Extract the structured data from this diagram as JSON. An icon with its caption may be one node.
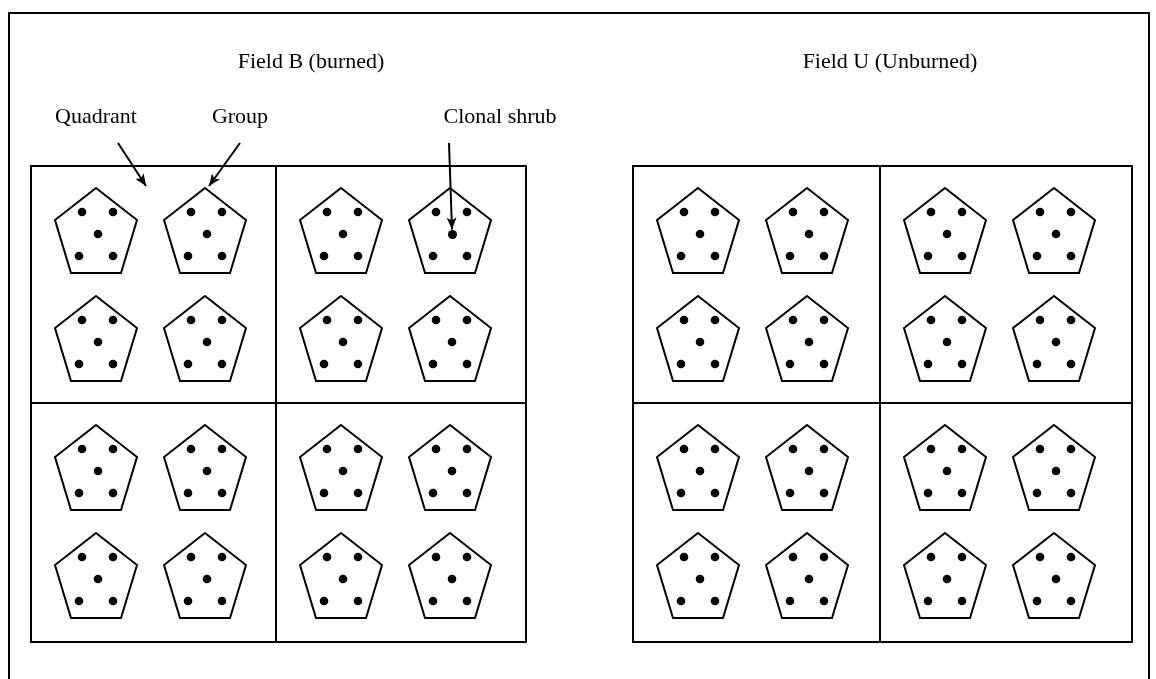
{
  "diagram": {
    "nodes": [
      {
        "text": [
          "Field B (burned)"
        ]
      },
      {
        "text": [
          "Field U (Unburned)"
        ]
      },
      {
        "text": [
          "Quadrant"
        ]
      },
      {
        "text": [
          "Group"
        ]
      },
      {
        "text": [
          "Clonal shrub"
        ]
      },
      {
        "text": [],
        "shape": "box",
        "in": 0
      },
      {
        "text": [],
        "shape": "pentagon",
        "in": 5
      },
      {
        "text": [],
        "shape": "pentagon",
        "in": 5
      },
      {
        "text": [],
        "shape": "pentagon",
        "in": 5
      },
      {
        "text": [],
        "shape": "pentagon",
        "in": 5
      },
      {
        "text": [],
        "shape": "box",
        "in": 0
      },
      {
        "text": [],
        "shape": "pentagon",
        "in": 10
      },
      {
        "text": [],
        "shape": "pentagon",
        "in": 10
      },
      {
        "text": [],
        "shape": "circle",
        "in": 12
      },
      {
        "text": [],
        "shape": "pentagon",
        "in": 10
      },
      {
        "text": [],
        "shape": "pentagon",
        "in": 10
      },
      {
        "text": [],
        "shape": "box",
        "in": 0
      },
      {
        "text": [],
        "shape": "pentagon",
        "in": 16
      },
      {
        "text": [],
        "shape": "pentagon",
        "in": 16
      },
      {
        "text": [],
        "shape": "pentagon",
        "in": 16
      },
      {
        "text": [],
        "shape": "pentagon",
        "in": 16
      },
      {
        "text": [],
        "shape": "box",
        "in": 0
      },
      {
        "text": [],
        "shape": "pentagon",
        "in": 21
      },
      {
        "text": [],
        "shape": "pentagon",
        "in": 21
      },
      {
        "text": [],
        "shape": "pentagon",
        "in": 21
      },
      {
        "text": [],
        "shape": "pentagon",
        "in": 21
      },
      {
        "text": [],
        "shape": "box",
        "in": 1
      },
      {
        "text": [],
        "shape": "pentagon",
        "in": 26
      },
      {
        "text": [],
        "shape": "pentagon",
        "in": 26
      },
      {
        "text": [],
        "shape": "pentagon",
        "in": 26
      },
      {
        "text": [],
        "shape": "pentagon",
        "in": 26
      },
      {
        "text": [],
        "shape": "box",
        "in": 1
      },
      {
        "text": [],
        "shape": "pentagon",
        "in": 31
      },
      {
        "text": [],
        "shape": "pentagon",
        "in": 31
      },
      {
        "text": [],
        "shape": "pentagon",
        "in": 31
      },
      {
        "text": [],
        "shape": "pentagon",
        "in": 31
      },
      {
        "text": [],
        "shape": "box",
        "in": 1
      },
      {
        "text": [],
        "shape": "pentagon",
        "in": 36
      },
      {
        "text": [],
        "shape": "pentagon",
        "in": 36
      },
      {
        "text": [],
        "shape": "pentagon",
        "in": 36
      },
      {
        "text": [],
        "shape": "pentagon",
        "in": 36
      },
      {
        "text": [],
        "shape": "box",
        "in": 1
      },
      {
        "text": [],
        "shape": "pentagon",
        "in": 41
      },
      {
        "text": [],
        "shape": "pentagon",
        "in": 41
      },
      {
        "text": [],
        "shape": "pentagon",
        "in": 41
      },
      {
        "text": [],
        "shape": "pentagon",
        "in": 41
      }
    ],
    "edges": [
      {
        "from": 2,
        "to": 5,
        "arrow": "to"
      },
      {
        "from": 3,
        "to": 7,
        "arrow": "to"
      },
      {
        "from": 4,
        "to": 13,
        "arrow": "to"
      }
    ]
  }
}
